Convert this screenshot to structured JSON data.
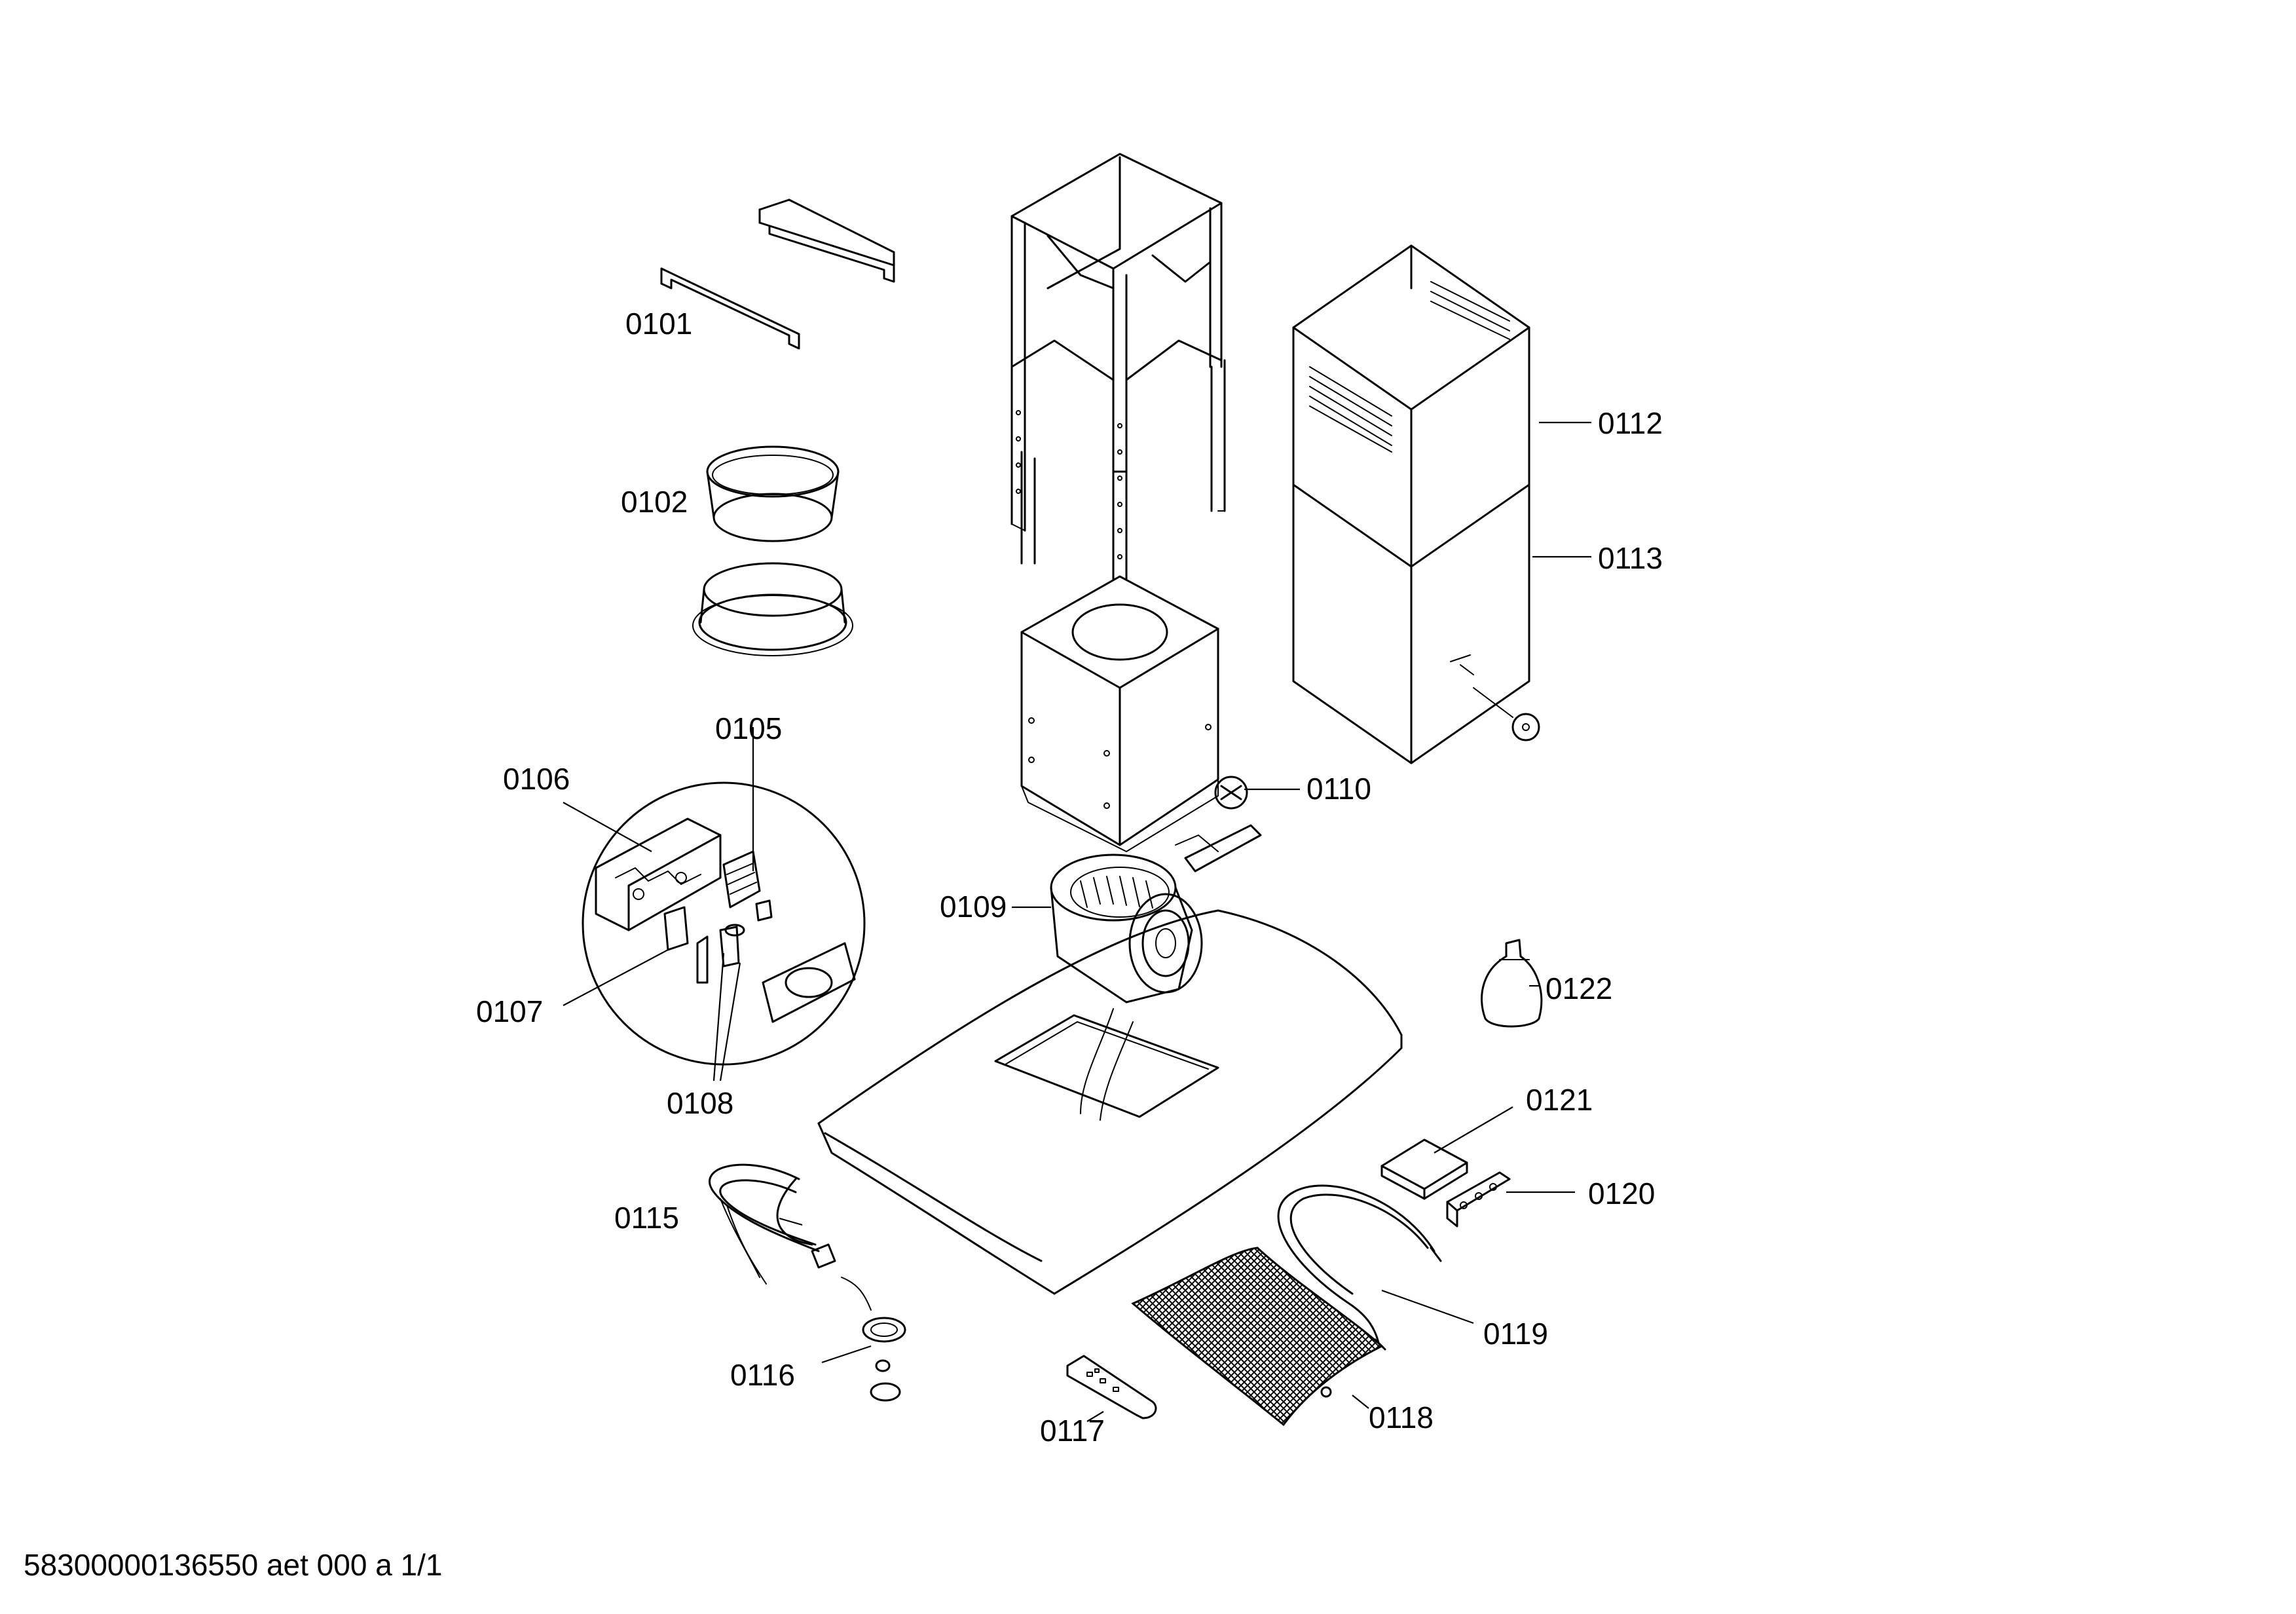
{
  "diagram": {
    "parts": [
      {
        "id": "0101",
        "label": "0101"
      },
      {
        "id": "0102",
        "label": "0102"
      },
      {
        "id": "0105",
        "label": "0105"
      },
      {
        "id": "0106",
        "label": "0106"
      },
      {
        "id": "0107",
        "label": "0107"
      },
      {
        "id": "0108",
        "label": "0108"
      },
      {
        "id": "0109",
        "label": "0109"
      },
      {
        "id": "0110",
        "label": "0110"
      },
      {
        "id": "0112",
        "label": "0112"
      },
      {
        "id": "0113",
        "label": "0113"
      },
      {
        "id": "0115",
        "label": "0115"
      },
      {
        "id": "0116",
        "label": "0116"
      },
      {
        "id": "0117",
        "label": "0117"
      },
      {
        "id": "0118",
        "label": "0118"
      },
      {
        "id": "0119",
        "label": "0119"
      },
      {
        "id": "0120",
        "label": "0120"
      },
      {
        "id": "0121",
        "label": "0121"
      },
      {
        "id": "0122",
        "label": "0122"
      }
    ],
    "footer": "58300000136550 aet 000 a 1/1"
  },
  "colors": {
    "line": "#000000",
    "background": "#ffffff"
  }
}
